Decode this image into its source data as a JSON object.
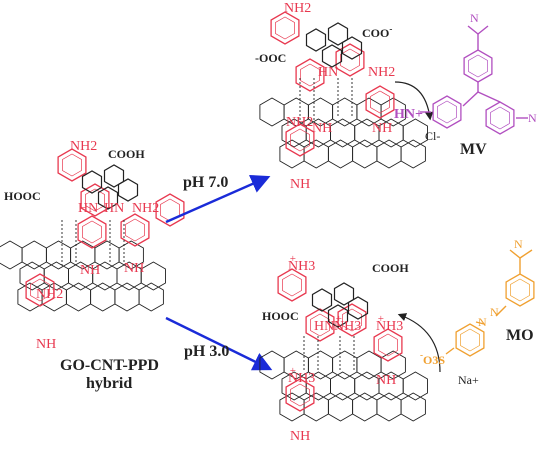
{
  "colors": {
    "ppd": "#e8384f",
    "mv": "#b14fc0",
    "mo": "#f0a030",
    "arrow": "#1a2bd8",
    "line": "#222222"
  },
  "left": {
    "nh2_top": "NH2",
    "cooh": "COOH",
    "hooc": "HOOC",
    "hn_a": "HN",
    "hn_b": "HN",
    "nh2_right": "NH2",
    "nh_a": "NH",
    "nh_b": "NH",
    "nh2_low": "NH2",
    "nh_bottom": "NH",
    "caption_1": "GO-CNT-PPD",
    "caption_2": "hybrid"
  },
  "arrows": {
    "ph_top": "pH 7.0",
    "ph_bottom": "pH 3.0"
  },
  "top": {
    "nh2_top": "NH2",
    "coo": "COO",
    "coo_charge": "-",
    "ooc": "-OOC",
    "hn_a": "HN",
    "nh2_right": "NH2",
    "nh_a": "NH",
    "nh_b": "NH",
    "nh2_low": "NH2",
    "nh_bottom": "NH"
  },
  "mv": {
    "hn_plus": "HN+",
    "counter_ion": "Cl-",
    "label": "MV"
  },
  "bottom": {
    "nh3_top": "NH3",
    "cooh": "COOH",
    "hooc": "HOOC",
    "nh3_mid": "NH3",
    "nh3_right": "NH3",
    "hn_a": "HN",
    "nh_a": "NH",
    "nh3_low": "NH3",
    "nh_bottom": "NH"
  },
  "mo": {
    "so3": "O3S",
    "counter_ion": "Na+",
    "label": "MO"
  }
}
